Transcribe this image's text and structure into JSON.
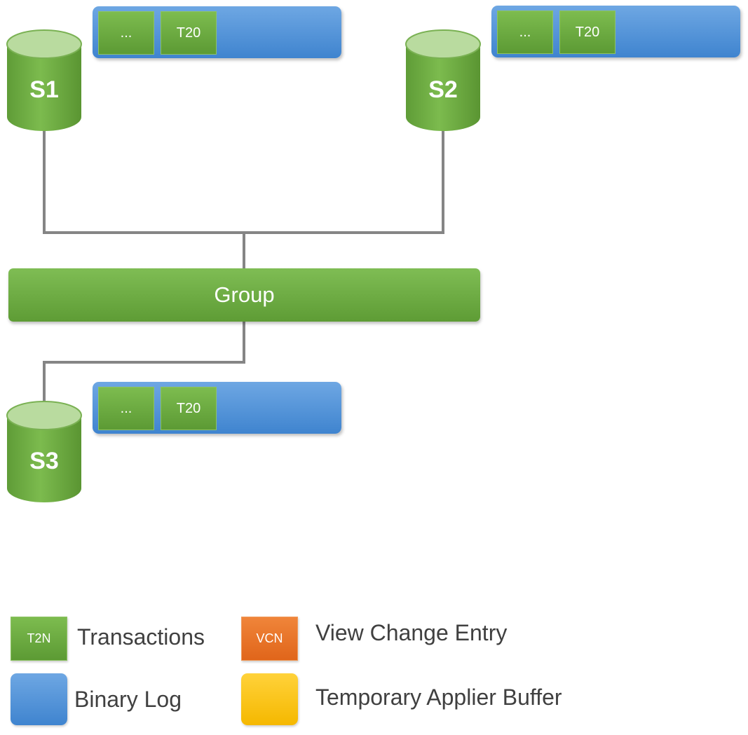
{
  "servers": [
    {
      "label": "S1",
      "binlog": [
        "...",
        "T20"
      ]
    },
    {
      "label": "S2",
      "binlog": [
        "...",
        "T20"
      ]
    },
    {
      "label": "S3",
      "binlog": [
        "...",
        "T20"
      ]
    }
  ],
  "group": {
    "label": "Group"
  },
  "legend": {
    "transactions": {
      "swatch": "T2N",
      "label": "Transactions"
    },
    "binary_log": {
      "label": "Binary Log"
    },
    "view_change": {
      "swatch": "VCN",
      "label": "View Change Entry"
    },
    "applier_buffer": {
      "label": "Temporary Applier Buffer"
    }
  },
  "colors": {
    "server_green": "#6aa842",
    "binlog_blue": "#4a8fd8",
    "view_change_orange": "#e8731c",
    "applier_buffer_yellow": "#ffc000",
    "connector_gray": "#808080"
  }
}
